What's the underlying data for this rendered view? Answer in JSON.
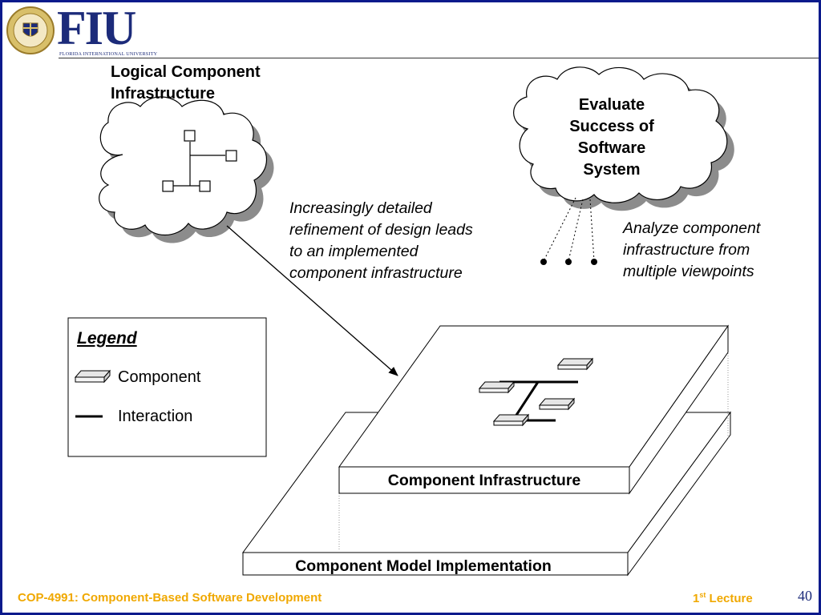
{
  "header": {
    "logo_text": "FIU",
    "logo_subtext": "FLORIDA INTERNATIONAL UNIVERSITY"
  },
  "diagram": {
    "logical_cloud_label": [
      "Logical Component",
      "Infrastructure"
    ],
    "evaluate_cloud_label": [
      "Evaluate",
      "Success of",
      "Software",
      "System"
    ],
    "refinement_note": [
      "Increasingly detailed",
      "refinement of design leads",
      "to an implemented",
      "component infrastructure"
    ],
    "analyze_note": [
      "Analyze component",
      "infrastructure from",
      "multiple viewpoints"
    ],
    "upper_layer_label": "Component Infrastructure",
    "lower_layer_label": "Component Model Implementation"
  },
  "legend": {
    "title": "Legend",
    "component_label": "Component",
    "interaction_label": "Interaction"
  },
  "footer": {
    "course": "COP-4991: Component-Based Software Development",
    "lecture_number": "1",
    "lecture_suffix": "st",
    "lecture_word": " Lecture",
    "page_number": "40"
  },
  "colors": {
    "border": "#0b1a8c",
    "footer_text": "#f0a800",
    "logo": "#1c2b7a",
    "shadow": "#8c8c8c"
  }
}
